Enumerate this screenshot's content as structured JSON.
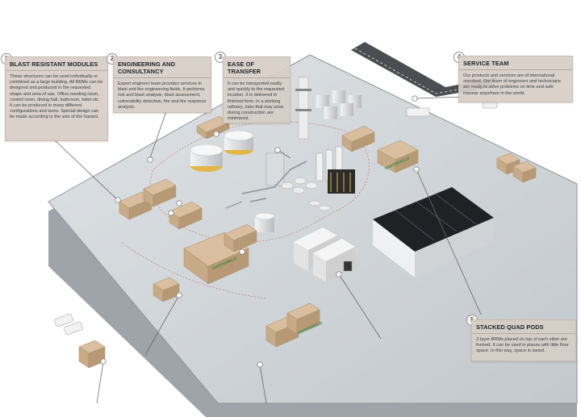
{
  "callouts": [
    {
      "number": "1",
      "title": "BLAST RESISTANT MODULES",
      "body": "These structures can be used individually or combined as a large building. All BRMs can be designed and produced in the requested shape and area of use. Office,meeting room, control room, dining hall, bathroom, toilet etc. It can be produced in many different configurations and sizes. Special design can be made according to the size of the hazard."
    },
    {
      "number": "2",
      "title": "ENGINEERING AND CONSULTANCY",
      "body": "Expert engineer team provides services in blast and fire engineering fields. It performs risk and blast analysis, blast assessment, vulnerability detection, fire and fire response analysis."
    },
    {
      "number": "3",
      "title": "EASE OF TRANSFER",
      "body": "It can be transported easily and quickly to the requested location. It is delivered in finished form. In a working refinery, risks that may arise during construction are minimized."
    },
    {
      "number": "4",
      "title": "SERVICE TEAM",
      "body": "Our products and services are of international standard. Our team of engineers and technicians are ready to solve problems on time and safe manner anywhere in the world."
    },
    {
      "number": "5",
      "title": "STACKED QUAD PODS",
      "body": "2-layer BRMs placed on top of each other are formed. It can be used in places with little floor space. In this way, space is saved."
    }
  ],
  "module_brand": "HARDSHIELD",
  "colors": {
    "callout_bg": "#d6cec6",
    "site_ground": "#c9cdd1",
    "module": "#d9bf9f",
    "module_label": "#3f8a4a",
    "shed_roof": "#2c2f33",
    "tank_band": "#e2b648"
  }
}
